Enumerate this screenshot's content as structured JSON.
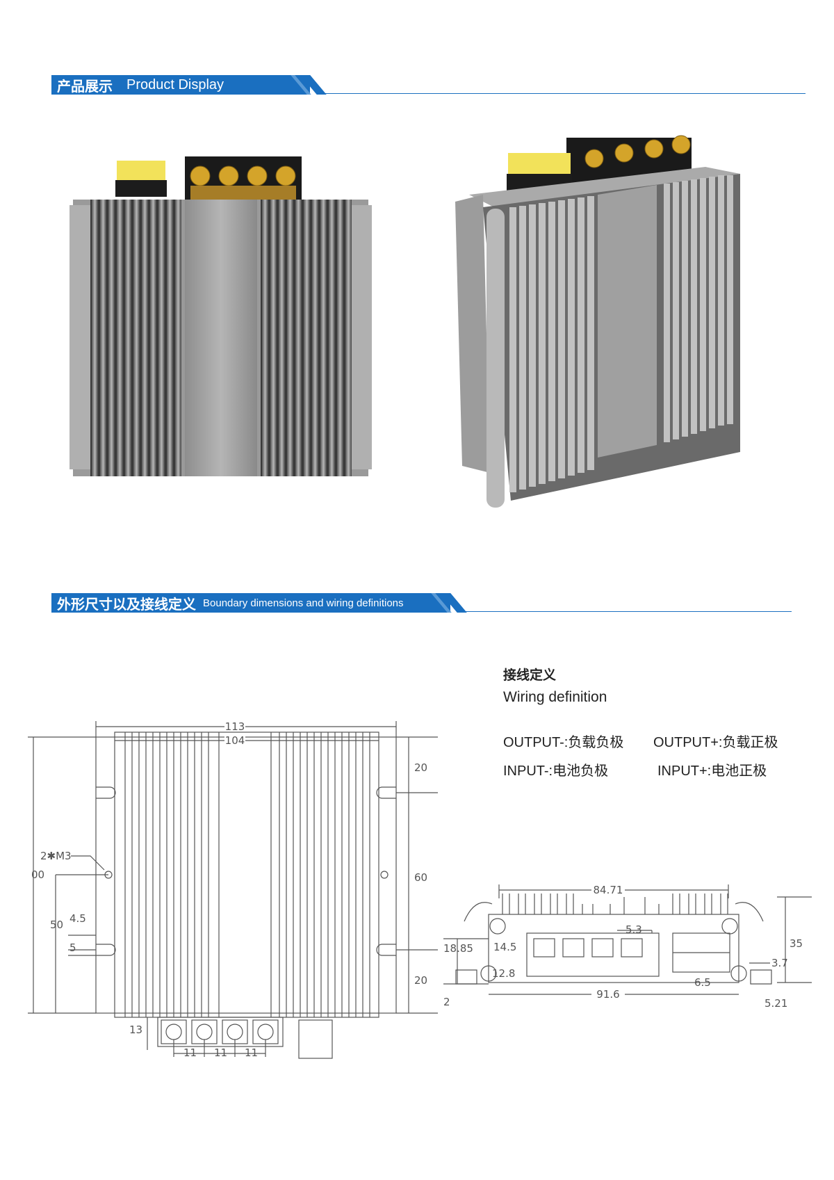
{
  "section1": {
    "cn": "产品展示",
    "en": "Product Display"
  },
  "section2": {
    "cn": "外形尺寸以及接线定义",
    "en": "Boundary dimensions and wiring definitions"
  },
  "wiring": {
    "title_cn": "接线定义",
    "title_en": "Wiring definition",
    "output_minus": "OUTPUT-:负载负极",
    "output_plus": "OUTPUT+:负载正极",
    "input_minus": "INPUT-:电池负极",
    "input_plus": "INPUT+:电池正极"
  },
  "front_dims": {
    "w113": "113",
    "w104": "104",
    "h20a": "20",
    "h60": "60",
    "h20b": "20",
    "m3": "2✱M3",
    "h00": "00",
    "h50": "50",
    "h45": "4.5",
    "h5": "5",
    "t13": "13",
    "p11a": "11",
    "p11b": "11",
    "p11c": "11"
  },
  "side_dims": {
    "w8471": "84.71",
    "w53": "5.3",
    "h1885": "18.85",
    "w145": "14.5",
    "h128": "12.8",
    "w65": "6.5",
    "h2": "2",
    "w916": "91.6",
    "w521": "5.21",
    "h35": "35",
    "h37": "3.7"
  },
  "colors": {
    "accent": "#1a6fc0"
  }
}
